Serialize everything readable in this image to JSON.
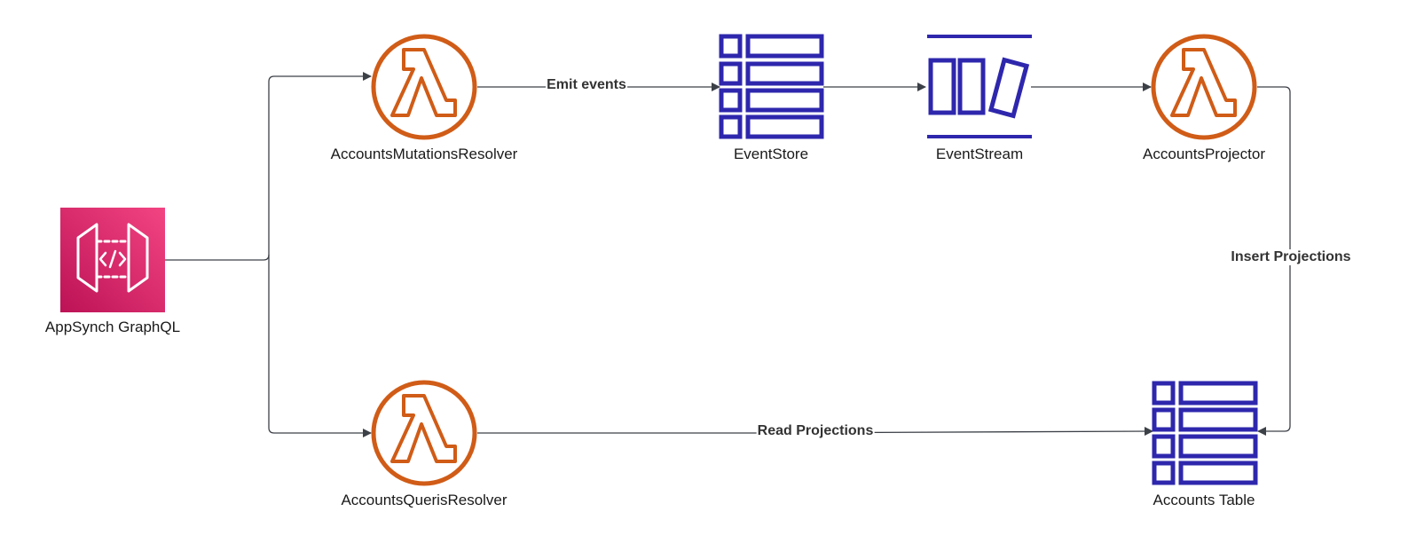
{
  "nodes": {
    "appsync": {
      "label": "AppSynch GraphQL",
      "icon": "appsync-api-icon"
    },
    "mutations_resolver": {
      "label": "AccountsMutationsResolver",
      "icon": "lambda-icon"
    },
    "queries_resolver": {
      "label": "AccountsQuerisResolver",
      "icon": "lambda-icon"
    },
    "event_store": {
      "label": "EventStore",
      "icon": "table-icon"
    },
    "event_stream": {
      "label": "EventStream",
      "icon": "stream-icon"
    },
    "projector": {
      "label": "AccountsProjector",
      "icon": "lambda-icon"
    },
    "accounts_table": {
      "label": "Accounts Table",
      "icon": "table-icon"
    }
  },
  "edges": {
    "emit_events": "Emit events",
    "insert_projections": "Insert Projections",
    "read_projections": "Read Projections"
  },
  "colors": {
    "lambda": "#d05c17",
    "table": "#2e27ad",
    "appsync_top": "#f34482",
    "appsync_bottom": "#bc1356",
    "connector": "#3c4047"
  }
}
